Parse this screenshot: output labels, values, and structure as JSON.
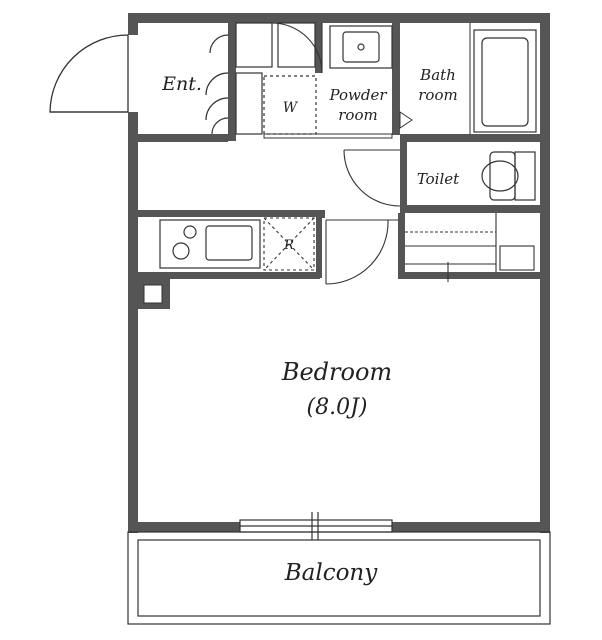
{
  "rooms": {
    "entrance": "Ent.",
    "washer": "W",
    "powder_line1": "Powder",
    "powder_line2": "room",
    "bath_line1": "Bath",
    "bath_line2": "room",
    "toilet": "Toilet",
    "fridge": "R",
    "bedroom": "Bedroom",
    "bedroom_size": "(8.0J)",
    "balcony": "Balcony"
  },
  "colors": {
    "wall": "#555555",
    "line": "#333333",
    "background": "#ffffff"
  }
}
